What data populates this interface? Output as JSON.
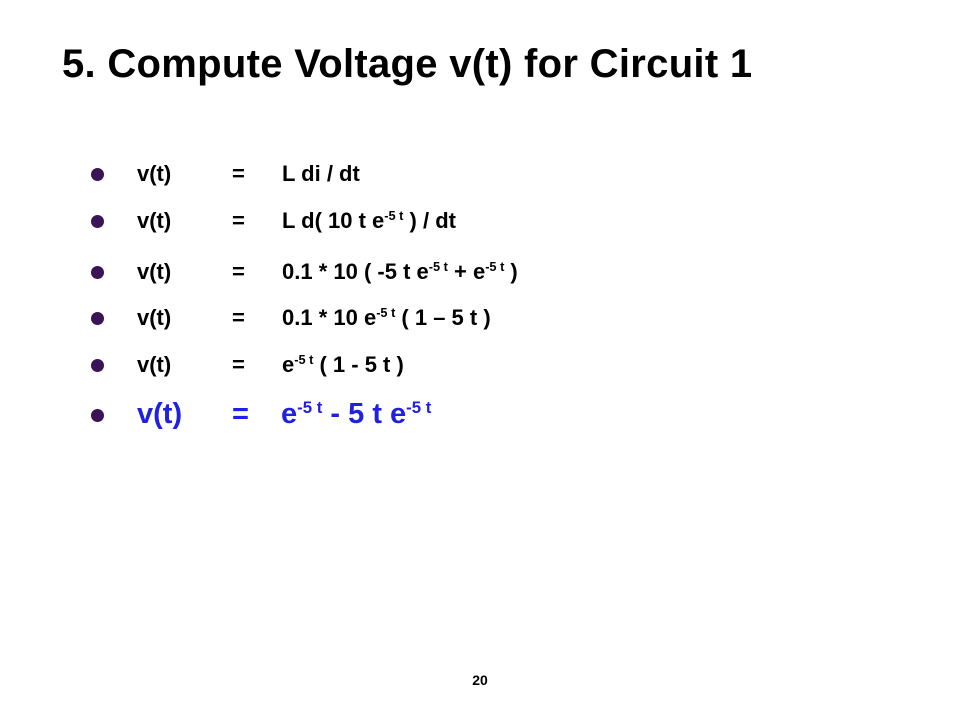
{
  "slide": {
    "title": "5. Compute Voltage v(t) for Circuit 1",
    "page_number": "20"
  },
  "equations": [
    {
      "lhs": "v(t)",
      "eq": "=",
      "rhs": [
        "L di / dt"
      ]
    },
    {
      "lhs": "v(t)",
      "eq": "=",
      "rhs": [
        "L d( 10 t e",
        "-5 t",
        " ) / dt"
      ]
    },
    {
      "lhs": "v(t)",
      "eq": "=",
      "rhs": [
        "0.1 * 10 ( -5 t e",
        "-5 t",
        " + e",
        "-5 t",
        " )"
      ]
    },
    {
      "lhs": "v(t)",
      "eq": "=",
      "rhs": [
        "0.1 * 10 e",
        "-5 t",
        " ( 1 – 5 t )"
      ]
    },
    {
      "lhs": "v(t)",
      "eq": "=",
      "rhs": [
        "e",
        "-5 t",
        " ( 1 - 5 t )"
      ]
    },
    {
      "lhs": "v(t)",
      "eq": "=",
      "rhs": [
        "e",
        "-5 t",
        " - 5 t e",
        "-5 t"
      ]
    }
  ],
  "colors": {
    "text": "#000000",
    "bullet": "#3a1454",
    "highlight": "#2020e0"
  }
}
